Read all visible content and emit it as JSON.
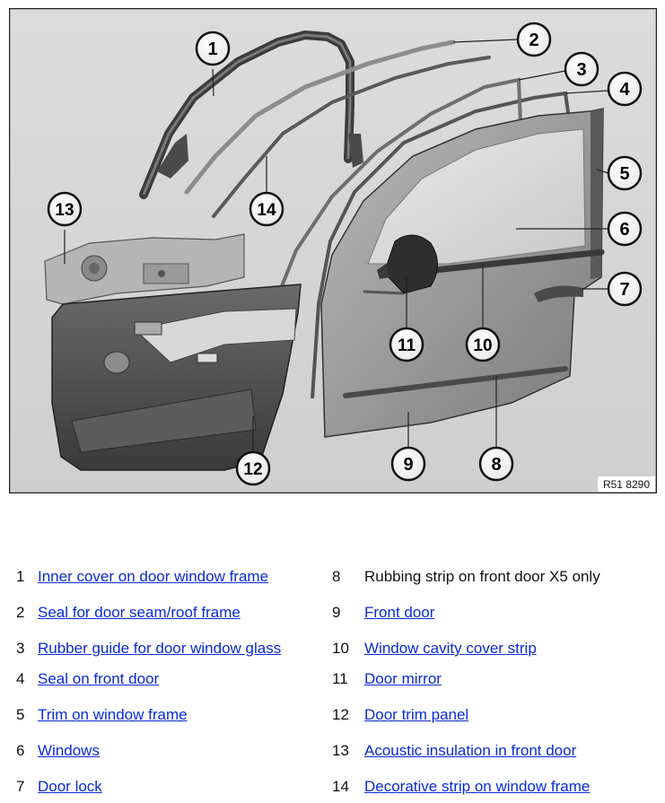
{
  "figure": {
    "id_label": "R51 8290",
    "callouts": [
      "1",
      "2",
      "3",
      "4",
      "5",
      "6",
      "7",
      "8",
      "9",
      "10",
      "11",
      "12",
      "13",
      "14"
    ]
  },
  "legend": [
    {
      "num": "1",
      "label": "Inner cover on door window frame",
      "link": true
    },
    {
      "num": "2",
      "label": "Seal for door seam/roof frame",
      "link": true
    },
    {
      "num": "3",
      "label": "Rubber guide for door window glass",
      "link": true
    },
    {
      "num": "4",
      "label": "Seal on front door",
      "link": true
    },
    {
      "num": "5",
      "label": "Trim on window frame",
      "link": true
    },
    {
      "num": "6",
      "label": "Windows",
      "link": true
    },
    {
      "num": "7",
      "label": "Door lock",
      "link": true
    },
    {
      "num": "8",
      "label": "Rubbing strip on front door X5 only",
      "link": false
    },
    {
      "num": "9",
      "label": "Front door",
      "link": true
    },
    {
      "num": "10",
      "label": "Window cavity cover strip",
      "link": true
    },
    {
      "num": "11",
      "label": "Door mirror",
      "link": true
    },
    {
      "num": "12",
      "label": "Door trim panel",
      "link": true
    },
    {
      "num": "13",
      "label": "Acoustic insulation in front door",
      "link": true
    },
    {
      "num": "14",
      "label": "Decorative strip on window frame",
      "link": true
    }
  ]
}
